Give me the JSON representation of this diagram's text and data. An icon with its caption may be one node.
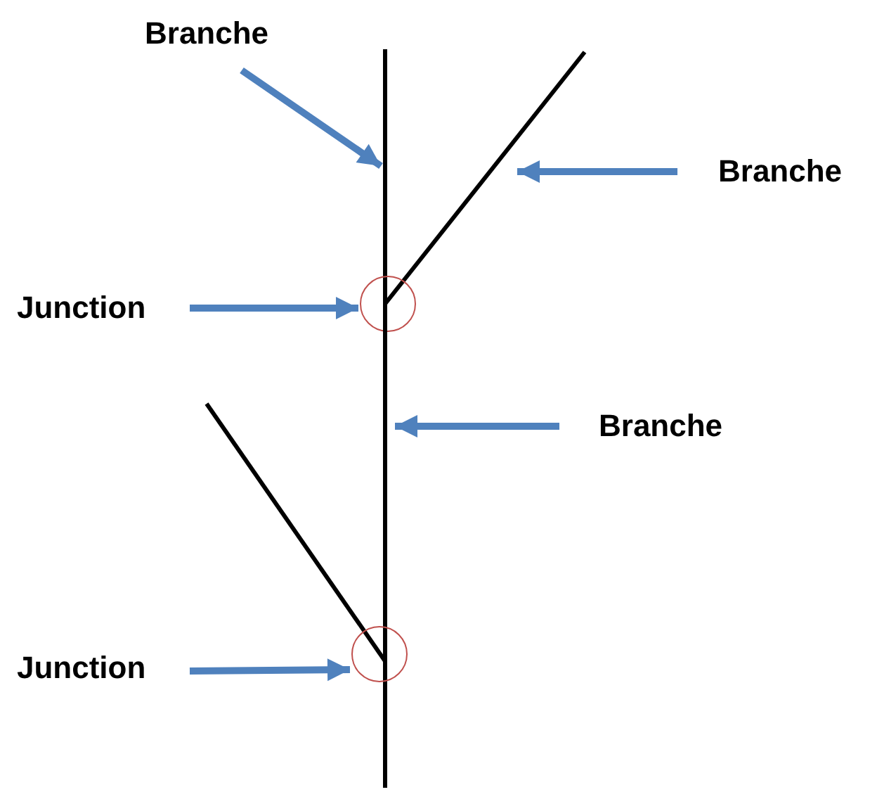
{
  "diagram": {
    "nodes": [
      {
        "text": [
          "Branche"
        ]
      },
      {
        "text": [],
        "shape": "line"
      },
      {
        "text": [],
        "shape": "line"
      },
      {
        "text": [
          "Branche"
        ]
      },
      {
        "text": [
          "Junction"
        ]
      },
      {
        "text": [],
        "shape": "circle"
      },
      {
        "text": [
          "Branche"
        ]
      },
      {
        "text": [],
        "shape": "line"
      },
      {
        "text": [
          "Junction"
        ]
      },
      {
        "text": [],
        "shape": "circle"
      }
    ],
    "edges": [
      {
        "from": 0,
        "to": 1,
        "arrow": "to"
      },
      {
        "from": 3,
        "to": 2,
        "arrow": "to"
      },
      {
        "from": 4,
        "to": 5,
        "arrow": "to"
      },
      {
        "from": 6,
        "to": 7,
        "arrow": "to"
      },
      {
        "from": 8,
        "to": 9,
        "arrow": "to"
      }
    ]
  }
}
